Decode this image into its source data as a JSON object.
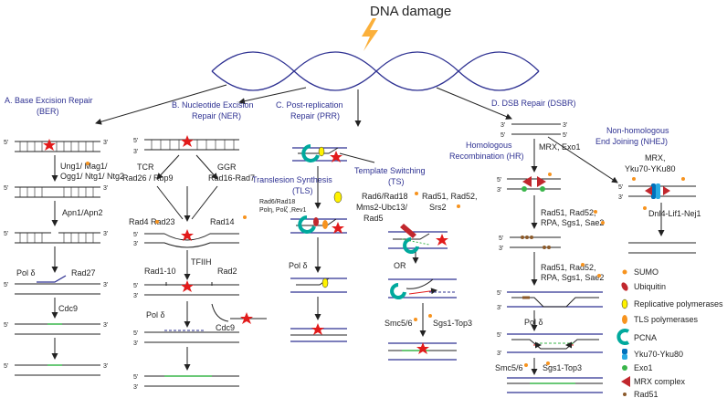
{
  "title": "DNA damage",
  "pathways": {
    "ber": [
      "A. Base Excision Repair",
      "(BER)"
    ],
    "ner": [
      "B. Nucleotide Excision",
      "Repair (NER)"
    ],
    "prr": [
      "C. Post-replication",
      "Repair (PRR)"
    ],
    "dsbr": "D. DSB Repair (DSBR)"
  },
  "ber": {
    "enzymes": [
      "Ung1/ Mag1/",
      "Ogg1/ Ntg1/ Ntg2"
    ],
    "apn": "Apn1/Apn2",
    "pol": "Pol δ",
    "rad27": "Rad27",
    "cdc9": "Cdc9"
  },
  "ner": {
    "tcr": "TCR",
    "tcr_sub": "Rad26 / Rbp9",
    "ggr": "GGR",
    "ggr_sub": "Rad16-Rad7",
    "rad4": "Rad4 Rad23",
    "rad14": "Rad14",
    "tfiih": "TFIIH",
    "rad1": "Rad1-10",
    "rad2": "Rad2",
    "pol": "Pol δ",
    "cdc9": "Cdc9"
  },
  "prr": {
    "tls_title": "Translesion Synthesis",
    "tls_abbr": "(TLS)",
    "tls_factors": [
      "Rad6/Rad18",
      "Polη, Polζ ,Rev1"
    ],
    "ts_title": "Template Switching",
    "ts_abbr": "(TS)",
    "ts_factors": [
      "Rad6/Rad18",
      "Mms2-Ubc13/",
      "Rad5"
    ],
    "ts_rad51": [
      "Rad51, Rad52,",
      "Srs2"
    ],
    "pol": "Pol δ",
    "or": "OR",
    "smc": "Smc5/6",
    "sgs": "Sgs1-Top3"
  },
  "dsbr": {
    "hr_title": [
      "Homologous",
      "Recombination (HR)"
    ],
    "mrx": "MRX, Exo1",
    "nhej_title": [
      "Non-homologous",
      "End Joining (NHEJ)"
    ],
    "nhej_factors": [
      "MRX,",
      "Yku70-YKu80"
    ],
    "dnl4": "Dnl4-Lif1-Nej1",
    "step2": [
      "Rad51, Rad52,",
      "RPA, Sgs1, Sae2"
    ],
    "step3": [
      "Rad51, Rad52,",
      "RPA, Sgs1, Sae2"
    ],
    "pol": "Pol δ",
    "smc": "Smc5/6",
    "sgs": "Sgs1-Top3"
  },
  "ends": {
    "five": "5'",
    "three": "3'"
  },
  "legend": [
    {
      "label": "SUMO",
      "icon": "sumo-dot",
      "color": "#f7931e"
    },
    {
      "label": "Ubiquitin",
      "icon": "ubiquitin",
      "color": "#c1272d"
    },
    {
      "label": "Replicative polymerases",
      "icon": "replicative-pol",
      "color": "#fff200"
    },
    {
      "label": "TLS polymerases",
      "icon": "tls-pol",
      "color": "#f7931e"
    },
    {
      "label": "PCNA",
      "icon": "pcna",
      "color": "#00a99d"
    },
    {
      "label": "Yku70-Yku80",
      "icon": "yku",
      "color": "#0071bc"
    },
    {
      "label": "Exo1",
      "icon": "exo1",
      "color": "#39b54a"
    },
    {
      "label": "MRX complex",
      "icon": "mrx",
      "color": "#c1272d"
    },
    {
      "label": "Rad51",
      "icon": "rad51",
      "color": "#8b5a2b"
    }
  ]
}
